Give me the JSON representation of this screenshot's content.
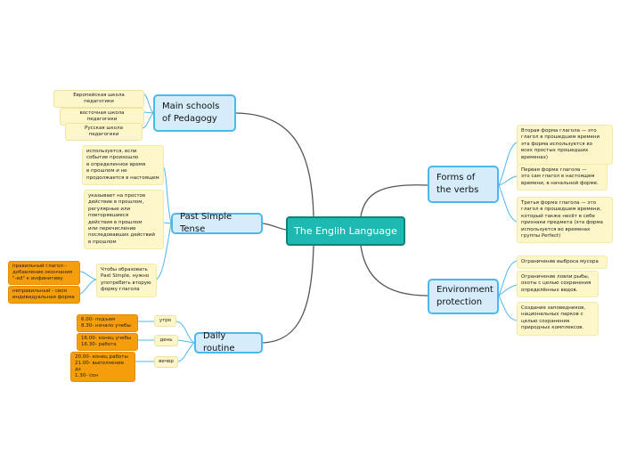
{
  "center": "The Englih Language",
  "main_schools": {
    "title": "Main schools of Pedagogy",
    "items": [
      "Европейская школа педагогики",
      "восточная школа педагогики",
      "Русская школа педагогики"
    ]
  },
  "past_simple": {
    "title": "Past Simple Tense",
    "items": [
      "используется, если\nсобытие произошло\nв определенное время\nв прошлом и не\nпродолжается в настоящем",
      "указывает на простое\nдействие в прошлом,\nрегулярные или\nповторявшиеся\nдействия в прошлом\nили перечисление\nпоследовавших действий\nв прошлом",
      "Чтобы образовать\nPast Simple, нужно\nупотребить вторую\nформу глагола"
    ],
    "sub": [
      "правильный глагол -\nдобавление окончания\n\"-ed\" к инфинитиву",
      "неправильный - своя\nиндивидуальная форма"
    ]
  },
  "daily_routine": {
    "title": "Daily routine",
    "periods": [
      {
        "label": "утро",
        "detail": "6.00- подъем\n8.30- начало учебы"
      },
      {
        "label": "день",
        "detail": "16.00- конец учебы\n16.30- работа"
      },
      {
        "label": "вечер",
        "detail": "20.00- конец работы\n21.00- выполнение дз\n1.30- сон"
      }
    ]
  },
  "forms_of_verbs": {
    "title": "Forms of the verbs",
    "items": [
      "Вторая форма глагола — это\nглагол в прошедшем времени\nэта форма используется во\nвсех простых прошедших временах)",
      "Первая форма глагола —\nэто сам глагол в настоящем\nвремени, в начальной форме.",
      "Третья форма глагола — это\nглагол в прошедшем времени,\nкоторый также несёт в себе\nпризнаки предмета (эта форма\nиспользуется во временах\nгруппы Perfect)"
    ]
  },
  "environment": {
    "title": "Environment protection",
    "items": [
      "Ограничение выброса мусора",
      "Ограничение ловли рыбы,\nохоты с целью сохранения\nопределённых видов.",
      "Создание заповедников,\nнациональных парков с\nцелью сохранения\nприродных комплексов."
    ]
  },
  "colors": {
    "center": "#1fb9b4",
    "main": "#d5ecfb",
    "main_border": "#4fb7ef",
    "leaf": "#fdf6c8",
    "orange": "#f59d0a",
    "line_main": "#555555",
    "line_sub": "#4fb7ef"
  }
}
